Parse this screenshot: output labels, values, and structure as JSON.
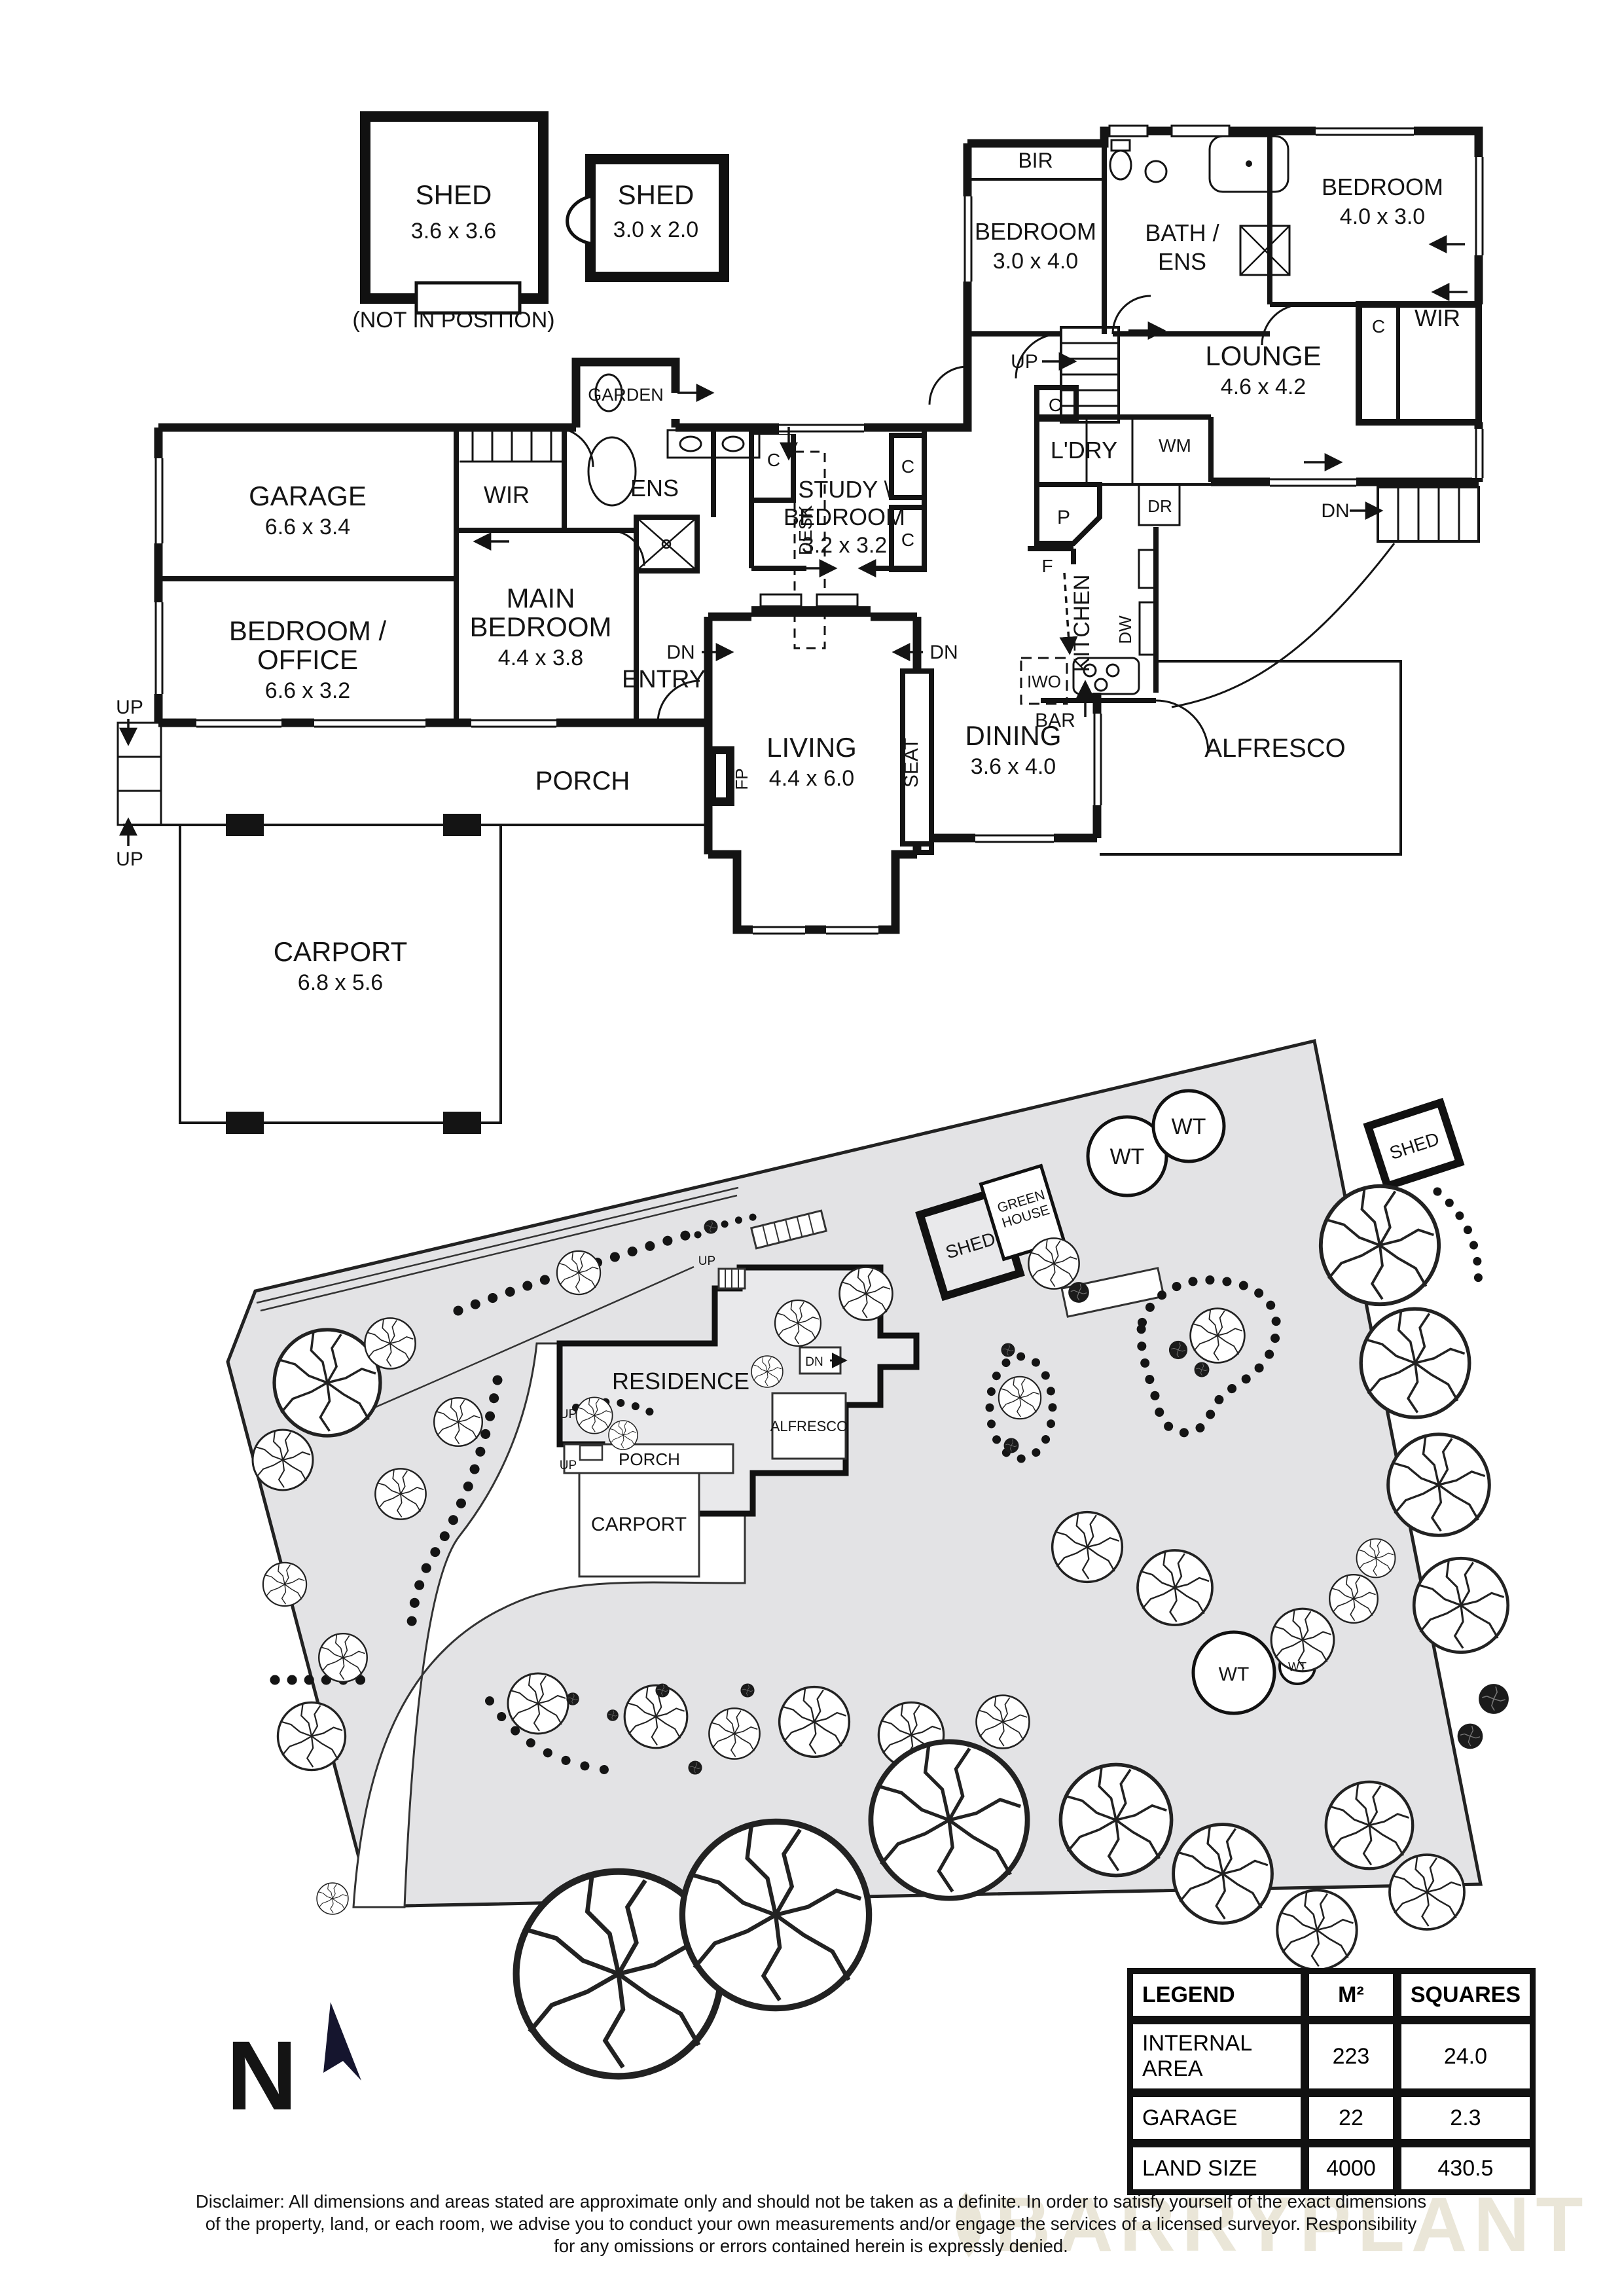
{
  "floor_plan": {
    "sheds": {
      "shed_large": {
        "label": "SHED",
        "dims": "3.6 x 3.6"
      },
      "note": "(NOT IN POSITION)",
      "shed_small": {
        "label": "SHED",
        "dims": "3.0 x 2.0"
      }
    },
    "rooms": {
      "garage": {
        "label": "GARAGE",
        "dims": "6.6 x 3.4"
      },
      "bedroom_office": {
        "line1": "BEDROOM /",
        "line2": "OFFICE",
        "dims": "6.6 x 3.2"
      },
      "main_bedroom": {
        "line1": "MAIN",
        "line2": "BEDROOM",
        "dims": "4.4 x 3.8"
      },
      "study_bedroom": {
        "line1": "STUDY \\",
        "line2": "BEDROOM",
        "dims": "3.2 x 3.2"
      },
      "bedroom_rear": {
        "label": "BEDROOM",
        "dims": "3.0 x 4.0"
      },
      "bath_ens": {
        "line1": "BATH /",
        "line2": "ENS"
      },
      "bedroom_right": {
        "label": "BEDROOM",
        "dims": "4.0 x 3.0"
      },
      "lounge": {
        "label": "LOUNGE",
        "dims": "4.6 x 4.2"
      },
      "living": {
        "label": "LIVING",
        "dims": "4.4 x 6.0"
      },
      "dining": {
        "label": "DINING",
        "dims": "3.6 x 4.0"
      },
      "carport": {
        "label": "CARPORT",
        "dims": "6.8 x 5.6"
      },
      "kitchen": {
        "label": "KITCHEN"
      },
      "laundry": {
        "label": "L'DRY"
      },
      "entry": {
        "label": "ENTRY"
      },
      "porch": {
        "label": "PORCH"
      },
      "alfresco": {
        "label": "ALFRESCO"
      },
      "ens_main": {
        "label": "ENS"
      },
      "wir_main": {
        "label": "WIR"
      },
      "wir_right": {
        "label": "WIR"
      },
      "garden": {
        "label": "GARDEN"
      },
      "bir": {
        "label": "BIR"
      }
    },
    "tags": {
      "c": "C",
      "wm": "WM",
      "dr": "DR",
      "p": "P",
      "f": "F",
      "dw": "DW",
      "iwo": "IWO",
      "bar": "BAR",
      "fp": "FP",
      "seat": "SEAT",
      "desk": "DESK",
      "up": "UP",
      "dn": "DN"
    }
  },
  "site_plan": {
    "labels": {
      "residence": "RESIDENCE",
      "porch": "PORCH",
      "carport": "CARPORT",
      "alfresco": "ALFRESCO",
      "shed": "SHED",
      "greenhouse_line1": "GREEN",
      "greenhouse_line2": "HOUSE",
      "water_tank": "WT",
      "up": "UP",
      "dn": "DN"
    }
  },
  "north_indicator": {
    "label": "N"
  },
  "legend_table": {
    "headers": [
      "LEGEND",
      "M²",
      "SQUARES"
    ],
    "rows": [
      {
        "label": "INTERNAL AREA",
        "m2": "223",
        "squares": "24.0"
      },
      {
        "label": "GARAGE",
        "m2": "22",
        "squares": "2.3"
      },
      {
        "label": "LAND SIZE",
        "m2": "4000",
        "squares": "430.5"
      }
    ]
  },
  "disclaimer": {
    "line1": "Disclaimer: All dimensions and areas stated are approximate only and should not be taken as a definite. In order to satisfy yourself of the exact dimensions",
    "line2": "of the property, land, or each room, we advise you to conduct your own measurements and/or engage the services of a licensed surveyor. Responsibility",
    "line3": "for any omissions or errors contained herein is expressly denied."
  },
  "watermark": {
    "text": "BARRYPLANT"
  }
}
